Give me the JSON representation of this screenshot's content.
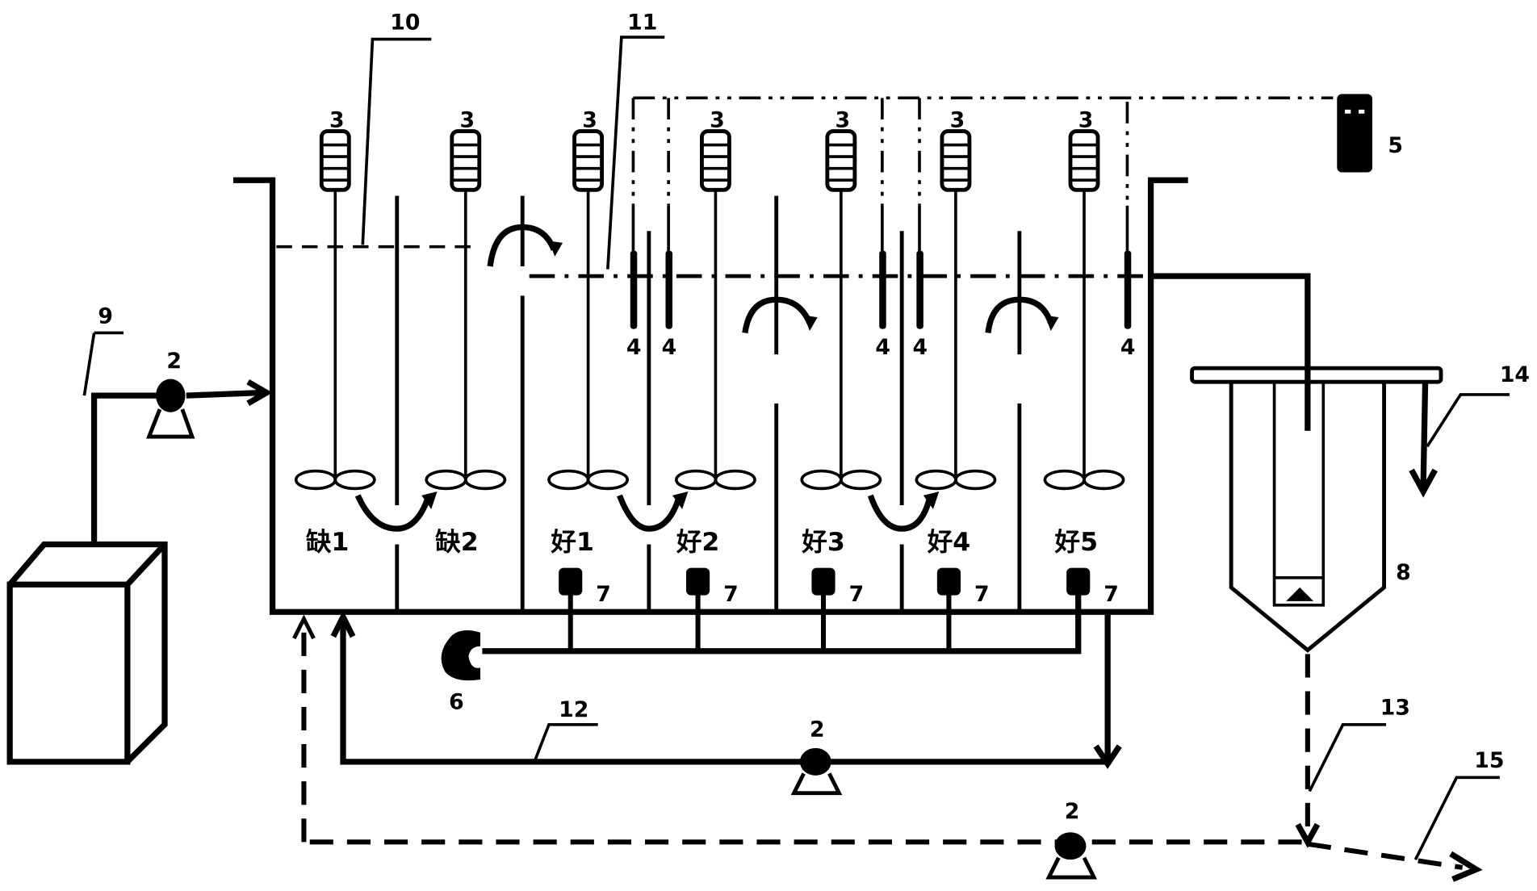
{
  "figure": {
    "type": "process-flow-schematic",
    "description": "A/O activated sludge reactor with anoxic and aerobic zones, secondary clarifier, pumps, stirrers, probes and aerators"
  },
  "colors": {
    "line": "#000000",
    "background": "#ffffff"
  },
  "zones": [
    {
      "id": "anoxic-1",
      "label": "缺1"
    },
    {
      "id": "anoxic-2",
      "label": "缺2"
    },
    {
      "id": "aerobic-1",
      "label": "好1"
    },
    {
      "id": "aerobic-2",
      "label": "好2"
    },
    {
      "id": "aerobic-3",
      "label": "好3"
    },
    {
      "id": "aerobic-4",
      "label": "好4"
    },
    {
      "id": "aerobic-5",
      "label": "好5"
    }
  ],
  "callouts": {
    "pump": "2",
    "stirrer": "3",
    "probe": "4",
    "controller": "5",
    "blower": "6",
    "aerator": "7",
    "clarifier": "8",
    "influent_line": "9",
    "anoxic_level": "10",
    "aerobic_level": "11",
    "nitrate_recycle": "12",
    "sludge_return": "13",
    "effluent": "14",
    "waste_sludge": "15"
  }
}
